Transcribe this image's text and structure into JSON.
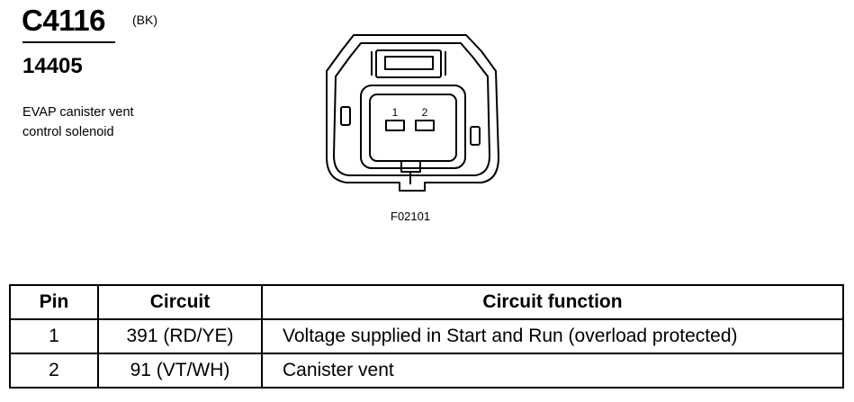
{
  "header": {
    "connector_id": "C4116",
    "color_code": "(BK)",
    "part_number": "14405",
    "description_lines": [
      "EVAP canister vent",
      "control solenoid"
    ]
  },
  "diagram": {
    "pin_labels": [
      "1",
      "2"
    ],
    "figure_code": "F02101"
  },
  "table": {
    "headers": {
      "pin": "Pin",
      "circuit": "Circuit",
      "function": "Circuit function"
    },
    "rows": [
      {
        "pin": "1",
        "circuit": "391 (RD/YE)",
        "function": "Voltage supplied in Start and Run (overload protected)"
      },
      {
        "pin": "2",
        "circuit": "91 (VT/WH)",
        "function": "Canister vent"
      }
    ]
  }
}
